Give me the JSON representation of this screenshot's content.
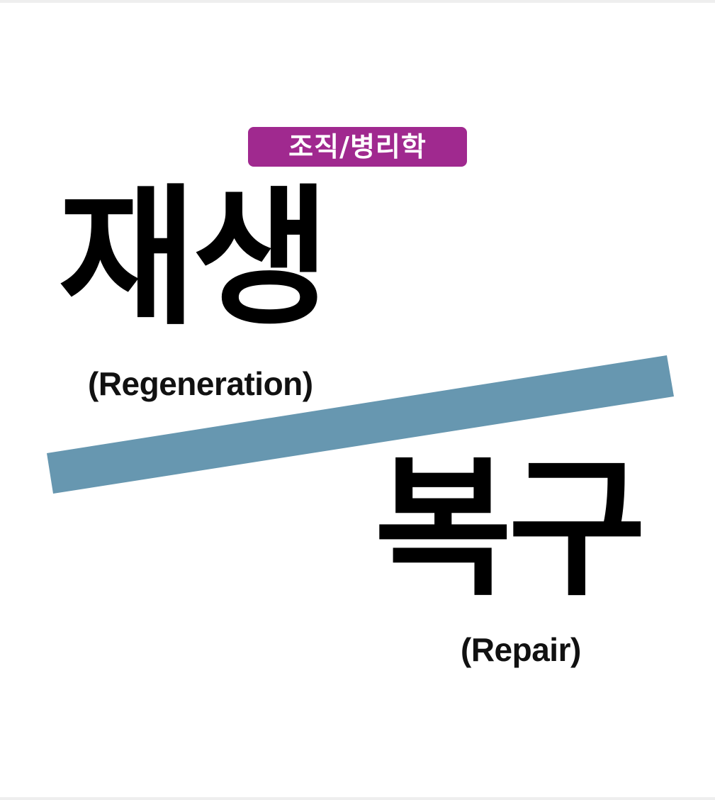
{
  "category_badge": {
    "label": "조직/병리학",
    "color": "#a0298f"
  },
  "terms": {
    "first": {
      "korean": "재생",
      "english": "(Regeneration)"
    },
    "second": {
      "korean": "복구",
      "english": "(Repair)"
    }
  },
  "divider": {
    "color": "#6797b0"
  }
}
